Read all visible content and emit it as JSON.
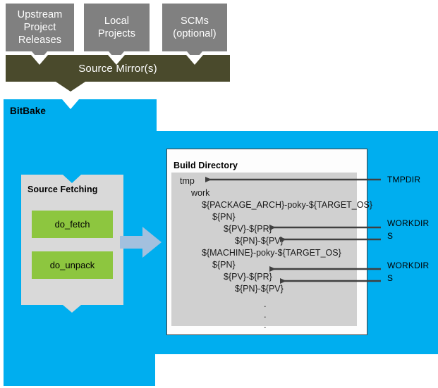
{
  "diagram": {
    "title": "BitBake Source Fetching and Build Directory Layout",
    "colors": {
      "source_box": "#808080",
      "mirror_bar": "#4a4a2c",
      "bitbake_blue": "#00AEEF",
      "fetch_panel": "#d9d9d9",
      "task_green": "#8DC63F",
      "tree_gray": "#d0d0d0",
      "arrow_gray": "#404040",
      "block_arrow": "#A3C0DE"
    }
  },
  "sources": [
    {
      "id": "upstream",
      "lines": [
        "Upstream",
        "Project",
        "Releases"
      ]
    },
    {
      "id": "local",
      "lines": [
        "Local",
        "Projects"
      ]
    },
    {
      "id": "scms",
      "lines": [
        "SCMs",
        "(optional)"
      ]
    }
  ],
  "mirror": {
    "label": "Source Mirror(s)"
  },
  "bitbake": {
    "label": "BitBake"
  },
  "fetching": {
    "title": "Source Fetching",
    "tasks": [
      {
        "id": "do-fetch",
        "label": "do_fetch"
      },
      {
        "id": "do-unpack",
        "label": "do_unpack"
      }
    ]
  },
  "build_directory": {
    "title": "Build Directory",
    "tree": [
      {
        "id": "tmp",
        "label": "tmp",
        "indent": 0
      },
      {
        "id": "work",
        "label": "work",
        "indent": 1
      },
      {
        "id": "package-arch",
        "label": "${PACKAGE_ARCH}-poky-${TARGET_OS}",
        "indent": 2
      },
      {
        "id": "pn-1",
        "label": "${PN}",
        "indent": 3
      },
      {
        "id": "pv-pr-1",
        "label": "${PV}-${PR}",
        "indent": 4
      },
      {
        "id": "pn-pv-1",
        "label": "${PN}-${PV}",
        "indent": 5
      },
      {
        "id": "machine",
        "label": "${MACHINE}-poky-${TARGET_OS}",
        "indent": 2
      },
      {
        "id": "pn-2",
        "label": "${PN}",
        "indent": 3
      },
      {
        "id": "pv-pr-2",
        "label": "${PV}-${PR}",
        "indent": 4
      },
      {
        "id": "pn-pv-2",
        "label": "${PN}-${PV}",
        "indent": 5
      }
    ],
    "ellipsis": [
      ".",
      ".",
      "."
    ]
  },
  "variable_labels": [
    {
      "id": "tmpdir",
      "label": "TMPDIR",
      "points_to": "tmp"
    },
    {
      "id": "workdir-1",
      "label": "WORKDIR",
      "points_to": "pv-pr-1"
    },
    {
      "id": "s-1",
      "label": "S",
      "points_to": "pn-pv-1"
    },
    {
      "id": "workdir-2",
      "label": "WORKDIR",
      "points_to": "pv-pr-2"
    },
    {
      "id": "s-2",
      "label": "S",
      "points_to": "pn-pv-2"
    }
  ]
}
